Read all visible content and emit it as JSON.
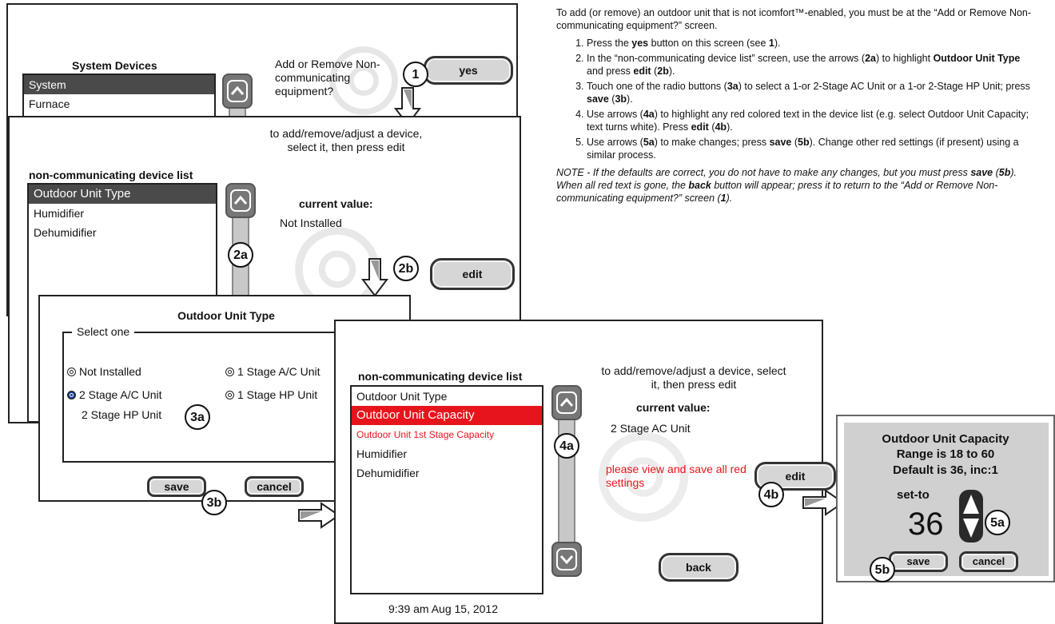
{
  "instructions": {
    "intro": "To add (or remove) an outdoor unit that is not icomfort™-enabled, you must be at the “Add or Remove Non-communicating equipment?” screen.",
    "steps": [
      [
        "Press the ",
        {
          "b": "yes"
        },
        " button on this screen (see ",
        {
          "b": "1"
        },
        ")."
      ],
      [
        "In the “non-communicating device list” screen, use the arrows (",
        {
          "b": "2a"
        },
        ") to highlight ",
        {
          "b": "Outdoor Unit Type"
        },
        " and press ",
        {
          "b": "edit"
        },
        " (",
        {
          "b": "2b"
        },
        ")."
      ],
      [
        "Touch one of the radio buttons (",
        {
          "b": "3a"
        },
        ") to select a 1-or 2-Stage AC Unit or a 1-or 2-Stage HP Unit; press ",
        {
          "b": "save"
        },
        " (",
        {
          "b": "3b"
        },
        ")."
      ],
      [
        "Use arrows (",
        {
          "b": "4a"
        },
        ") to highlight any red colored text in the device list (e.g. select Outdoor Unit Capacity; text turns white). Press ",
        {
          "b": "edit"
        },
        " (",
        {
          "b": "4b"
        },
        ")."
      ],
      [
        "Use arrows (",
        {
          "b": "5a"
        },
        ") to make changes; press ",
        {
          "b": "save"
        },
        " (",
        {
          "b": "5b"
        },
        "). Change other red settings (if present) using a similar process."
      ]
    ],
    "note": [
      "NOTE - If the defaults are correct, you do not have to make any changes, but you must press ",
      {
        "b": "save"
      },
      " (",
      {
        "b": "5b"
      },
      "). When all red text is gone, the ",
      {
        "b": "back"
      },
      " button will appear; press it to return to the “Add or Remove Non-communicating equipment?” screen (",
      {
        "b": "1"
      },
      ")."
    ]
  },
  "screen1": {
    "list_title": "System Devices",
    "items": [
      "System",
      "Furnace"
    ],
    "question": "Add or Remove Non-communicating equipment?",
    "yes_label": "yes",
    "callout": "1"
  },
  "screen2": {
    "list_title": "non-communicating device list",
    "items": [
      "Outdoor Unit Type",
      "Humidifier",
      "Dehumidifier"
    ],
    "instruction": "to add/remove/adjust a device, select it, then press edit",
    "current_value_label": "current value:",
    "current_value": "Not Installed",
    "edit_label": "edit",
    "callout_arrows": "2a",
    "callout_edit": "2b"
  },
  "screen3": {
    "title": "Outdoor Unit Type",
    "group_label": "Select one",
    "options": [
      {
        "label": "Not Installed",
        "selected": false
      },
      {
        "label": "1 Stage A/C Unit",
        "selected": false
      },
      {
        "label": "2 Stage A/C Unit",
        "selected": true
      },
      {
        "label": "1 Stage HP Unit",
        "selected": false
      },
      {
        "label": "2 Stage HP Unit",
        "selected": false
      }
    ],
    "save_label": "save",
    "cancel_label": "cancel",
    "callout_options": "3a",
    "callout_save": "3b"
  },
  "screen4": {
    "list_title": "non-communicating device list",
    "items": [
      "Outdoor Unit Type",
      "Outdoor Unit Capacity",
      "Outdoor Unit 1st Stage Capacity",
      "Humidifier",
      "Dehumidifier"
    ],
    "instruction": "to add/remove/adjust a device, select it, then press edit",
    "current_value_label": "current value:",
    "current_value": "2 Stage AC Unit",
    "warning": "please view and save all red settings",
    "edit_label": "edit",
    "back_label": "back",
    "timestamp": "9:39 am Aug 15, 2012",
    "callout_arrows": "4a",
    "callout_edit": "4b"
  },
  "screen5": {
    "title": "Outdoor Unit Capacity",
    "range": "Range is 18 to 60",
    "default": "Default is 36, inc:1",
    "setto_label": "set-to",
    "value": "36",
    "save_label": "save",
    "cancel_label": "cancel",
    "callout_arrows": "5a",
    "callout_save": "5b"
  },
  "colors": {
    "highlight_red": "#e8141c",
    "highlight_dark": "#4a4a4a",
    "selected_radio": "#1a3d8f",
    "panel_gray": "#d0d0d0"
  }
}
